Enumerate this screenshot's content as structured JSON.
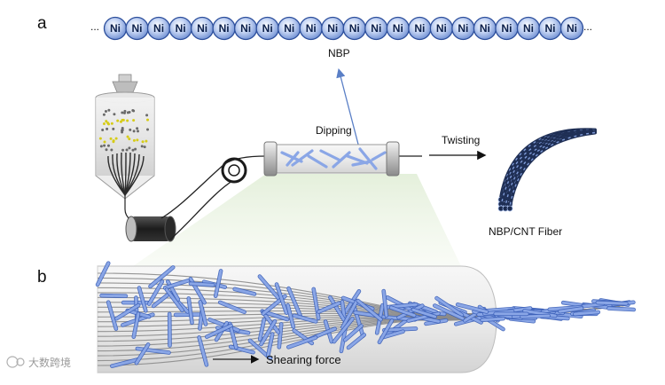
{
  "panels": {
    "a": "a",
    "b": "b"
  },
  "chain": {
    "bead_label": "Ni",
    "bead_count": 22,
    "ellipsis_left": "...",
    "ellipsis_right": "...",
    "caption": "NBP"
  },
  "process": {
    "dipping": "Dipping",
    "twisting": "Twisting",
    "fiber": "NBP/CNT Fiber"
  },
  "shear": {
    "label": "Shearing force"
  },
  "watermark": "大数跨境",
  "colors": {
    "bead": "#a9c1ec",
    "bead_edge": "#2d4f9c",
    "rod": "#8aa6e6",
    "rod_edge": "#3a5fb8",
    "cnt": "#8b8b8b",
    "arrow": "#5a7fc6",
    "glow": "#e6f1dd"
  }
}
